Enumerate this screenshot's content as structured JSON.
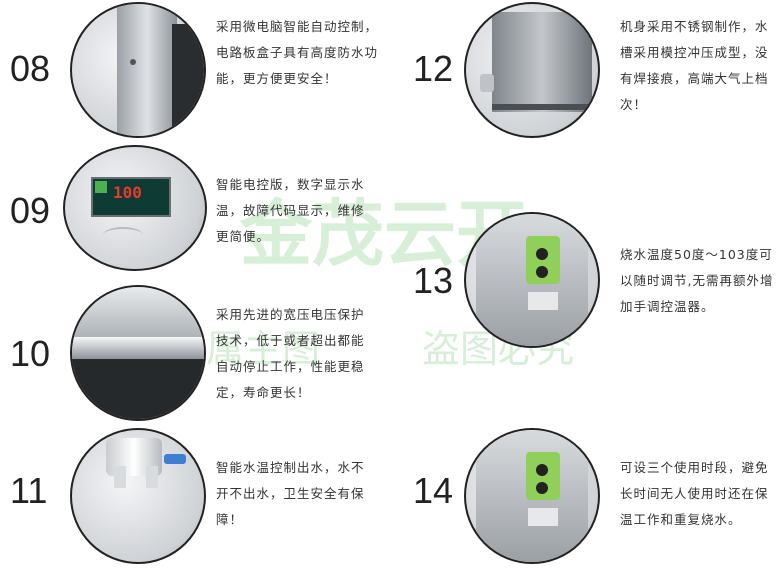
{
  "items": [
    {
      "num": "08",
      "text": "采用微电脑智能自动控制，电路板盒子具有高度防水功能，更方便更安全！"
    },
    {
      "num": "09",
      "text": "智能电控版，数字显示水温，故障代码显示，维修更简便。"
    },
    {
      "num": "10",
      "text": "采用先进的宽压电压保护技术，低于或者超出都能自动停止工作，性能更稳定，寿命更长！"
    },
    {
      "num": "11",
      "text": "智能水温控制出水，水不开不出水，卫生安全有保障！"
    },
    {
      "num": "12",
      "text": "机身采用不锈钢制作，水槽采用模控冲压成型，没有焊接痕，高端大气上档次！"
    },
    {
      "num": "13",
      "text": "烧水温度50度～103度可以随时调节,无需再额外增加手调控温器。"
    },
    {
      "num": "14",
      "text": "可设三个使用时段，避免长时间无人使用时还在保温工作和重复烧水。"
    }
  ],
  "display": {
    "reading": "100"
  },
  "watermark": {
    "line1": "金茂云开",
    "line2": "专属主图",
    "line3": "盗图必究"
  },
  "colors": {
    "watermark": "#8fd08f",
    "display_digits": "#e53b2c"
  }
}
